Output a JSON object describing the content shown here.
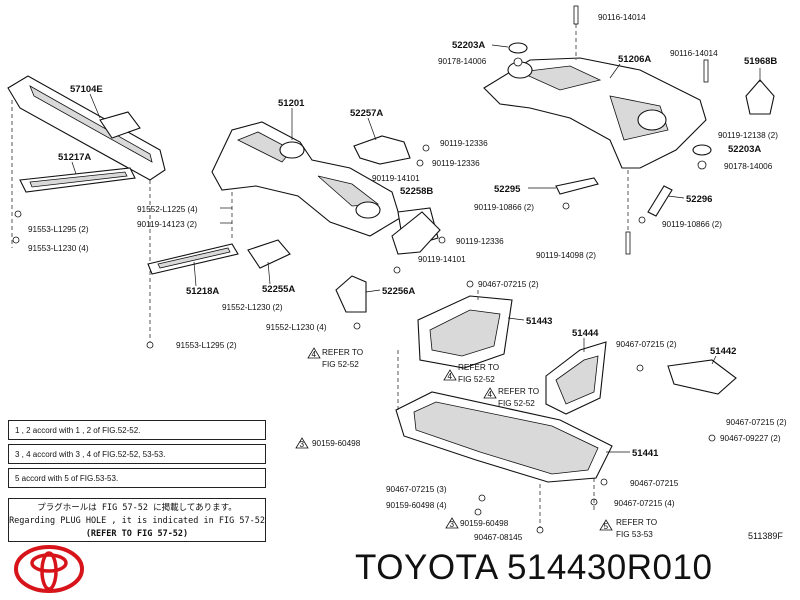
{
  "callouts": {
    "c57104e": "57104E",
    "c51217a": "51217A",
    "c91553_l1295_left": "91553-L1295 (2)",
    "c91553_l1230": "91553-L1230 (4)",
    "c51201": "51201",
    "c91552_l1225": "91552-L1225 (4)",
    "c90119_14123": "90119-14123 (2)",
    "c51218a": "51218A",
    "c52255a": "52255A",
    "c91552_l1230_2": "91552-L1230 (2)",
    "c91552_l1230_4": "91552-L1230 (4)",
    "c91553_l1295_bottom": "91553-L1295 (2)",
    "c52257a": "52257A",
    "c90119_12336_a": "90119-12336",
    "c90119_12336_b": "90119-12336",
    "c90119_14101_a": "90119-14101",
    "c52258b": "52258B",
    "c90119_12336_c": "90119-12336",
    "c90119_14101_b": "90119-14101",
    "c52256a": "52256A",
    "c52203a_top": "52203A",
    "c90178_14006_top": "90178-14006",
    "c90116_14014_top": "90116-14014",
    "c51206a": "51206A",
    "c90116_14014_right": "90116-14014",
    "c51968b": "51968B",
    "c90119_12138": "90119-12138 (2)",
    "c52203a_right": "52203A",
    "c90178_14006_right": "90178-14006",
    "c52295": "52295",
    "c90119_10866_left": "90119-10866 (2)",
    "c52296": "52296",
    "c90119_10866_right": "90119-10866 (2)",
    "c90119_14098": "90119-14098 (2)",
    "c90467_07215_top": "90467-07215 (2)",
    "c51443": "51443",
    "c51444": "51444",
    "c90467_07215_mid": "90467-07215 (2)",
    "c51442": "51442",
    "c90467_07215_right": "90467-07215 (2)",
    "c90467_09227": "90467-09227 (2)",
    "c51441": "51441",
    "c90467_07215_single": "90467-07215",
    "c90467_07215_four": "90467-07215 (4)",
    "c90467_07215_three": "90467-07215 (3)",
    "c90159_60498_four": "90159-60498 (4)",
    "c90159_60498_ref3": "90159-60498",
    "c90159_60498_ref3b": "90159-60498",
    "c90467_08145": "90467-08145",
    "ref_label": "REFER TO",
    "fig_52_52": "FIG 52-52",
    "fig_53_53": "FIG 53-53",
    "num4": "4",
    "num3": "3",
    "num5": "5",
    "num1": "1",
    "num2": "2"
  },
  "legend": {
    "row1": "1 , 2  accord with  1 , 2  of FIG.52-52.",
    "row2": "3 , 4  accord with  3 , 4  of FIG.52-52, 53-53.",
    "row3": "5  accord with  5  of FIG.53-53.",
    "plug_jp": "プラグホールは FIG 57-52 に掲載してあります。",
    "plug_en": "Regarding PLUG HOLE , it is indicated in FIG 57-52",
    "plug_ref": "(REFER TO FIG 57-52)"
  },
  "footer": {
    "code": "511389F",
    "title": "TOYOTA 514430R010",
    "logo": "toyota-emblem",
    "logo_color": "#d7141a"
  }
}
